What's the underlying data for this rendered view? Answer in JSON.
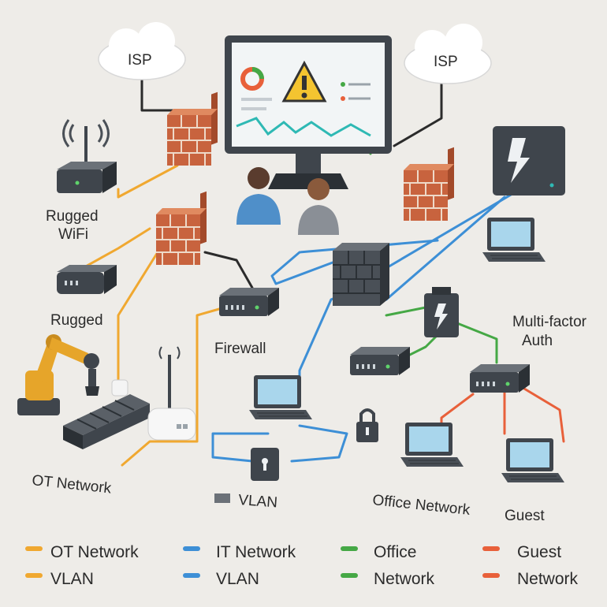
{
  "labels": {
    "isp_left": "ISP",
    "isp_right": "ISP",
    "rugged_wifi_1": "Rugged",
    "rugged_wifi_2": "WiFi",
    "rugged": "Rugged",
    "firewall": "Firewall",
    "mfa_1": "Multi-factor",
    "mfa_2": "Auth",
    "ot_network": "OT Network",
    "vlan": "VLAN",
    "office_network": "Office Network",
    "guest": "Guest"
  },
  "legend": [
    {
      "line1": "OT Network",
      "line2": "VLAN",
      "color": "#f0a830"
    },
    {
      "line1": "IT Network",
      "line2": "VLAN",
      "color": "#3d8fd6"
    },
    {
      "line1": "Office",
      "line2": "Network",
      "color": "#45a845"
    },
    {
      "line1": "Guest",
      "line2": "Network",
      "color": "#e8603a"
    }
  ],
  "colors": {
    "ot": "#f0a830",
    "it": "#3d8fd6",
    "office": "#45a845",
    "guest": "#e8603a",
    "device_dark": "#3f454c",
    "brick": "#c8633e"
  },
  "icons": [
    "cloud-icon",
    "monitor-icon",
    "warning-icon",
    "firewall-brick-icon",
    "router-icon",
    "wifi-icon",
    "robot-arm-icon",
    "laptop-icon",
    "lock-icon",
    "power-bolt-icon",
    "users-icon"
  ]
}
